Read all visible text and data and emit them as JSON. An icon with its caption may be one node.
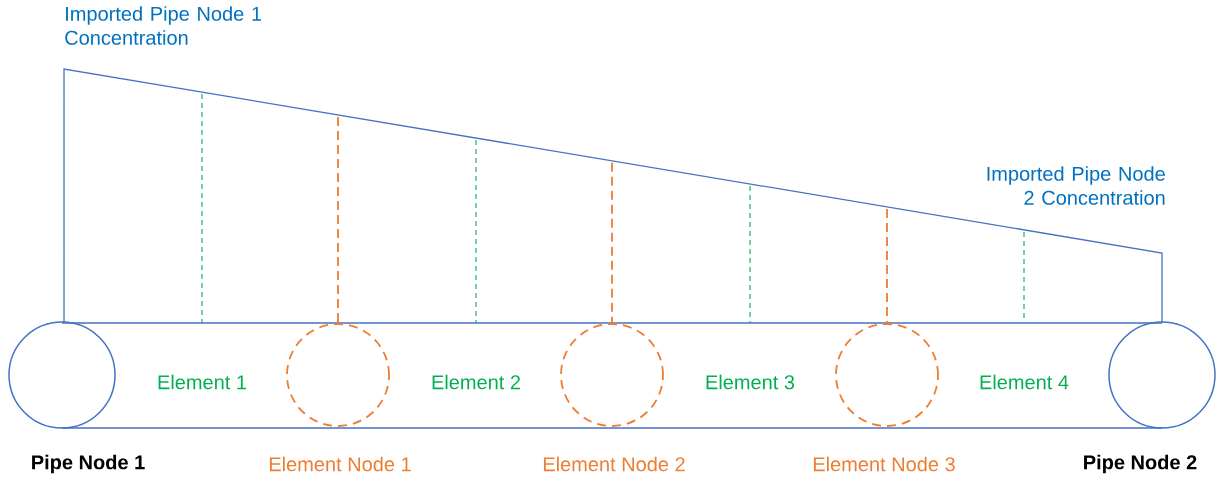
{
  "diagram": {
    "nodes": [
      {
        "text": [],
        "shape": "circle",
        "beside": [
          "Pipe Node 1"
        ]
      },
      {
        "text": [],
        "shape": "circle",
        "beside": [
          "Element Node 1"
        ]
      },
      {
        "text": [],
        "shape": "circle",
        "beside": [
          "Element Node 2"
        ]
      },
      {
        "text": [],
        "shape": "circle",
        "beside": [
          "Element Node 3"
        ]
      },
      {
        "text": [],
        "shape": "circle",
        "beside": [
          "Pipe Node 2"
        ]
      }
    ],
    "labels": [
      "Imported Pipe Node 1 Concentration",
      "Imported Pipe Node 2 Concentration",
      "Element 1",
      "Element 2",
      "Element 3",
      "Element 4"
    ]
  }
}
